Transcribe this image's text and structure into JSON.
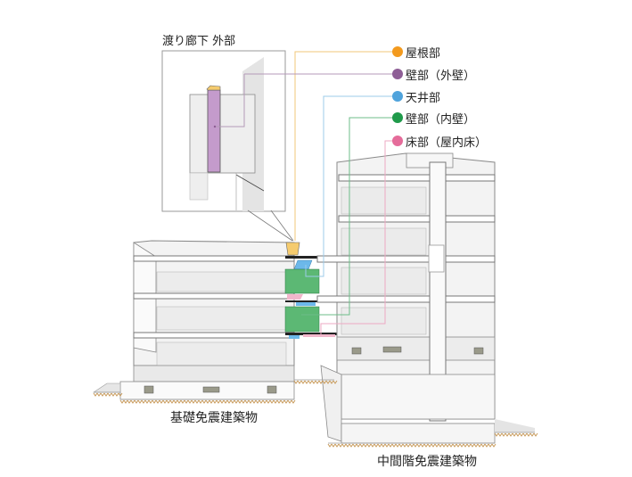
{
  "inset": {
    "title": "渡り廊下 外部"
  },
  "legend": [
    {
      "key": "roof",
      "label": "屋根部",
      "color": "#f39a1e",
      "line": "#f2c77a"
    },
    {
      "key": "exterior-wall",
      "label": "壁部（外壁）",
      "color": "#8e5e96",
      "line": "#b49ab8"
    },
    {
      "key": "ceiling",
      "label": "天井部",
      "color": "#4fa3dc",
      "line": "#9ccbea"
    },
    {
      "key": "interior-wall",
      "label": "壁部（内壁）",
      "color": "#1f9a4a",
      "line": "#6cbd88"
    },
    {
      "key": "floor",
      "label": "床部（屋内床）",
      "color": "#e56c9a",
      "line": "#eeaac3"
    }
  ],
  "captions": {
    "left_building": "基礎免震建築物",
    "right_building": "中間階免震建築物"
  },
  "colors": {
    "outline": "#8a8a8a",
    "fill_light": "#f1f1f1",
    "fill_mid": "#e2e2e2",
    "ground": "#c89a5a",
    "green_patch": "#5cb874",
    "blue_patch": "#6cb8ea",
    "yellow_patch": "#f5cb6e",
    "pink_patch": "#f2b6cb",
    "purple_patch": "#c49bcc"
  }
}
